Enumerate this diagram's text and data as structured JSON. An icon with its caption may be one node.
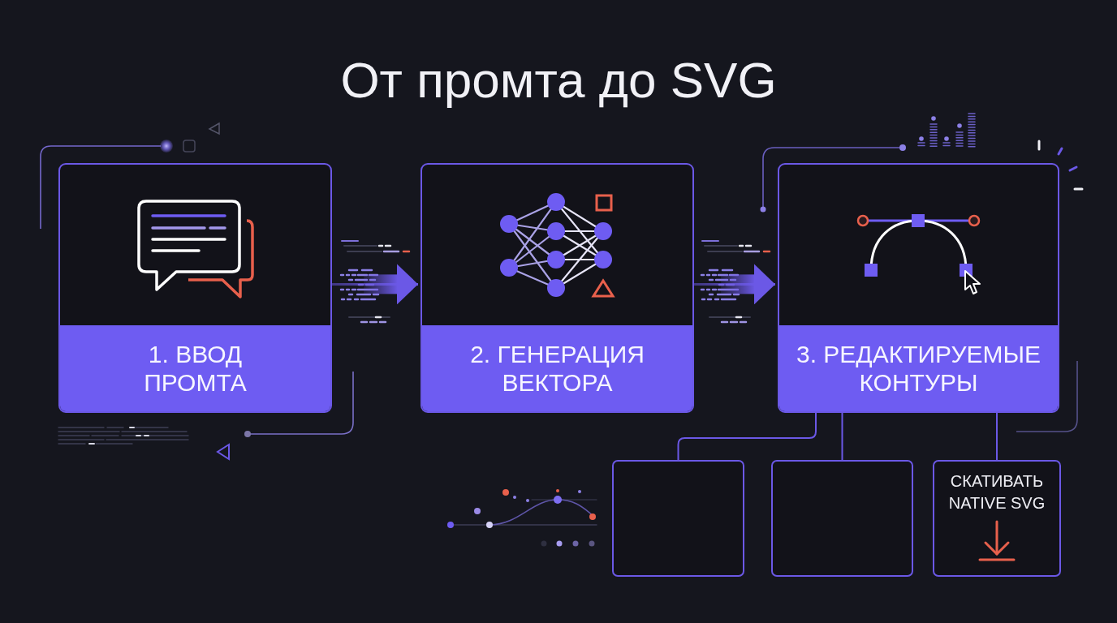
{
  "diagram": {
    "title": "От промта до SVG",
    "nodes": [
      {
        "text": [
          "1. ВВОД ПРОМТА"
        ]
      },
      {
        "text": [
          "2. ГЕНЕРАЦИЯ ВЕКТОРА"
        ]
      },
      {
        "text": [
          "3. РЕДАКТИРУЕМЫЕ КОНТУРЫ"
        ]
      },
      {
        "text": [],
        "shape": "box"
      },
      {
        "text": [],
        "shape": "box"
      },
      {
        "text": [
          "СКАТИВАТЬ NATIVE SVG"
        ]
      }
    ],
    "edges": [
      {
        "from": 0,
        "to": 1,
        "arrow": "to",
        "style": "thick"
      },
      {
        "from": 1,
        "to": 2,
        "arrow": "to",
        "style": "thick"
      },
      {
        "from": 2,
        "to": 3,
        "arrow": "none"
      },
      {
        "from": 2,
        "to": 4,
        "arrow": "none"
      },
      {
        "from": 2,
        "to": 5,
        "arrow": "none"
      }
    ]
  }
}
